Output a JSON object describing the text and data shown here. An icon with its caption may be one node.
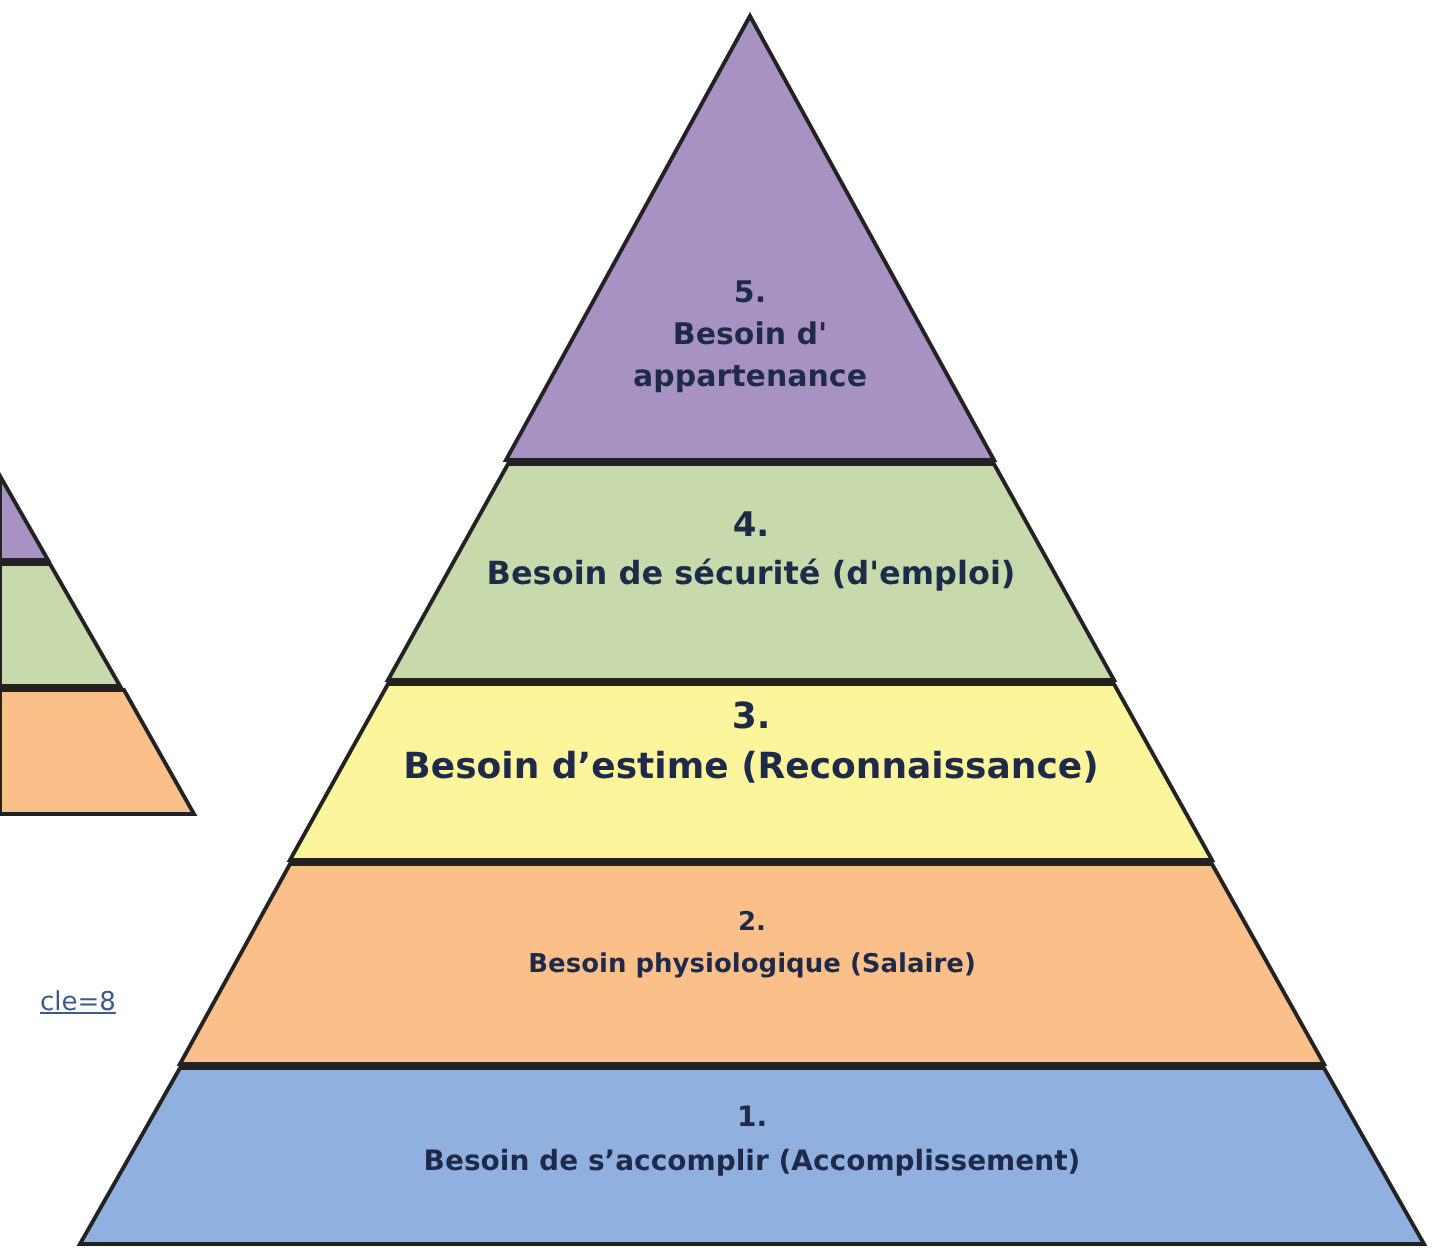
{
  "diagram": {
    "nodes": [
      {
        "text": [],
        "shape": "box"
      },
      {
        "text": [],
        "shape": "box"
      },
      {
        "text": [],
        "shape": "box"
      },
      {
        "text": [
          "5.",
          "Besoin d' appartenance"
        ]
      },
      {
        "text": [
          "4.",
          "Besoin de sécurité (d'emploi)"
        ]
      },
      {
        "text": [
          "3.",
          "Besoin d’estime (Reconnaissance)"
        ]
      },
      {
        "text": [
          "2.",
          "Besoin physiologique (Salaire)"
        ]
      },
      {
        "text": [
          "1.",
          "Besoin de s’accomplir (Accomplissement)"
        ]
      }
    ],
    "labels": [
      "cle=8"
    ]
  }
}
